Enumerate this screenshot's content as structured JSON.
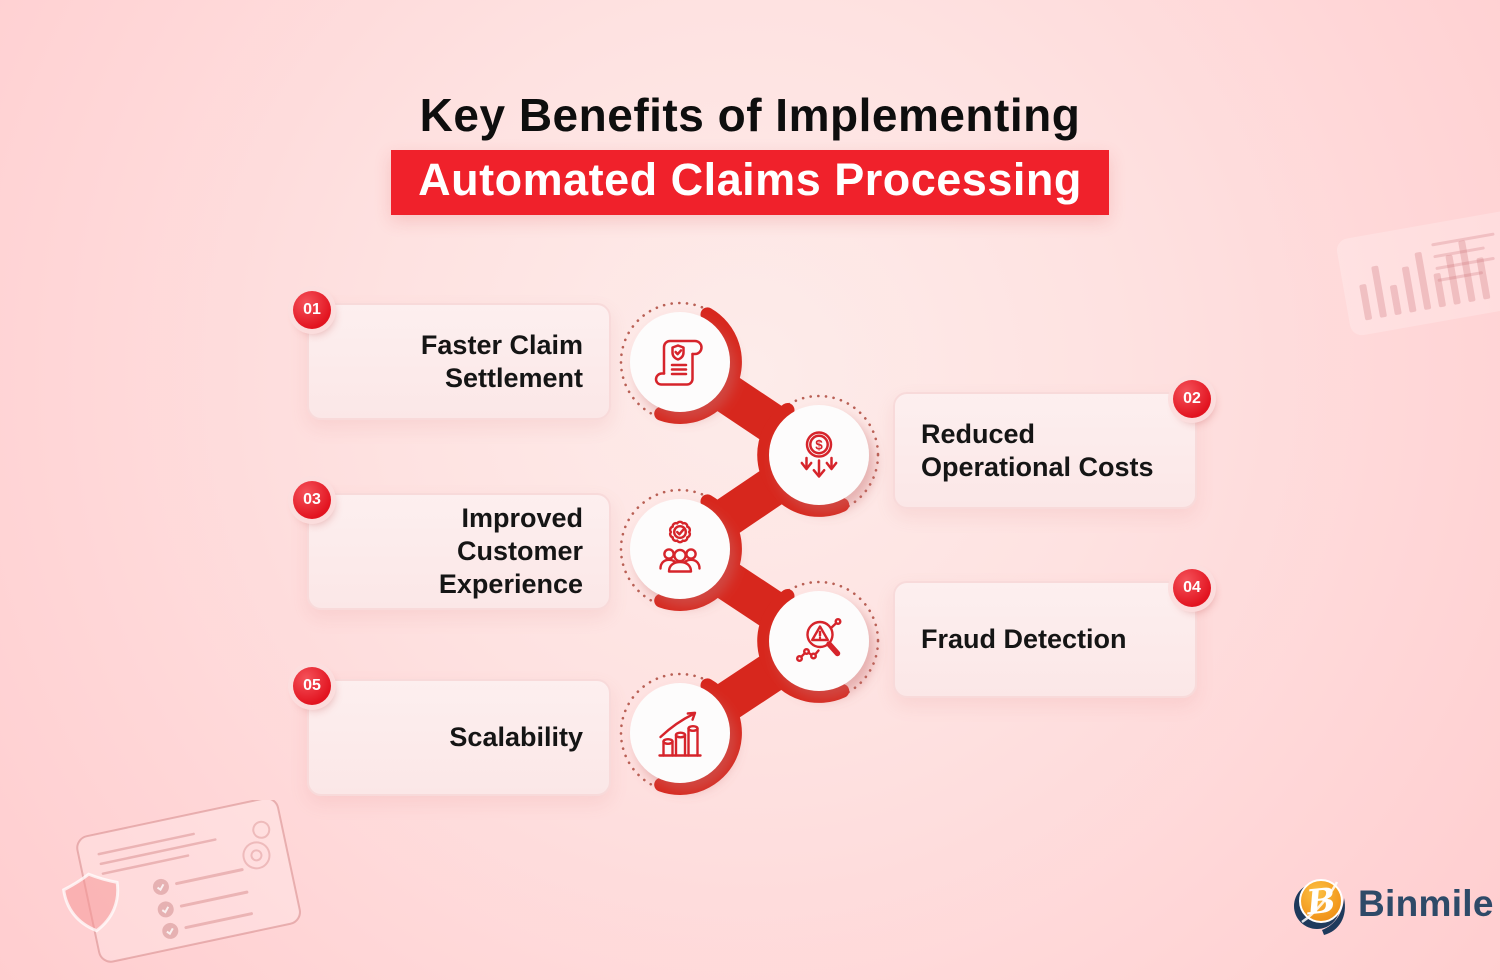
{
  "title": {
    "line1": "Key Benefits of Implementing",
    "line2": "Automated Claims Processing"
  },
  "benefits": {
    "items": [
      {
        "num": "01",
        "label": "Faster Claim Settlement",
        "lines": [
          "Faster Claim",
          "Settlement"
        ],
        "icon": "claim-document-icon"
      },
      {
        "num": "02",
        "label": "Reduced Operational Costs",
        "lines": [
          "Reduced",
          "Operational Costs"
        ],
        "icon": "cost-reduction-icon"
      },
      {
        "num": "03",
        "label": "Improved Customer Experience",
        "lines": [
          "Improved Customer",
          "Experience"
        ],
        "icon": "customer-experience-icon"
      },
      {
        "num": "04",
        "label": "Fraud Detection",
        "lines": [
          "Fraud Detection"
        ],
        "icon": "fraud-detection-icon"
      },
      {
        "num": "05",
        "label": "Scalability",
        "lines": [
          "Scalability"
        ],
        "icon": "scalability-icon"
      }
    ]
  },
  "branding": {
    "logo_text": "Binmile"
  },
  "icons": {
    "benefit_icons": [
      "claim-document-icon",
      "cost-reduction-icon",
      "customer-experience-icon",
      "fraud-detection-icon",
      "scalability-icon"
    ],
    "decor": [
      "bar-chart-sketch",
      "claims-checklist-sketch",
      "shield-sketch"
    ],
    "logo_mark": "binmile-logo-mark"
  },
  "colors": {
    "accent_red": "#F0212B",
    "chain_red": "#D7271D",
    "icon_stroke": "#D6242B",
    "badge_red": "#E2131F",
    "title_text": "#0E0E0E",
    "band_text": "#FFFFFF",
    "card_bg": "#FBE9E9",
    "background_pink": "#FFD5D6",
    "logo_navy": "#2E4A68",
    "logo_orange": "#F9A826"
  }
}
